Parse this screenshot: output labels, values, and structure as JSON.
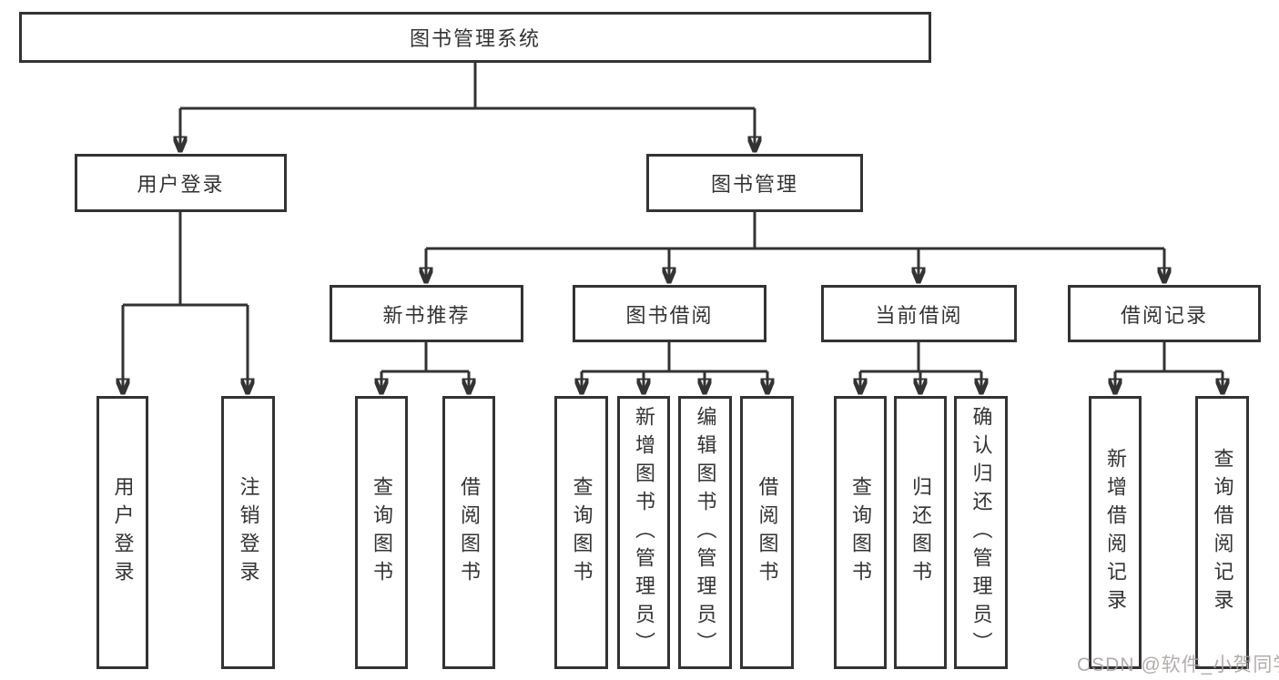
{
  "diagram": {
    "root": {
      "label": "图书管理系统"
    },
    "branches": [
      {
        "label": "用户登录",
        "children": [
          {
            "label": "用户登录"
          },
          {
            "label": "注销登录"
          }
        ]
      },
      {
        "label": "图书管理",
        "children": [
          {
            "label": "新书推荐",
            "children": [
              {
                "label": "查询图书"
              },
              {
                "label": "借阅图书"
              }
            ]
          },
          {
            "label": "图书借阅",
            "children": [
              {
                "label": "查询图书"
              },
              {
                "label": "新增图书（管理员）"
              },
              {
                "label": "编辑图书（管理员）"
              },
              {
                "label": "借阅图书"
              }
            ]
          },
          {
            "label": "当前借阅",
            "children": [
              {
                "label": "查询图书"
              },
              {
                "label": "归还图书"
              },
              {
                "label": "确认归还（管理员）"
              }
            ]
          },
          {
            "label": "借阅记录",
            "children": [
              {
                "label": "新增借阅记录"
              },
              {
                "label": "查询借阅记录"
              }
            ]
          }
        ]
      }
    ]
  },
  "watermark": {
    "text": "CSDN @软件_小贺同学"
  },
  "colors": {
    "line": "#333333",
    "background": "#ffffff",
    "watermark": "#a8a0a0"
  }
}
